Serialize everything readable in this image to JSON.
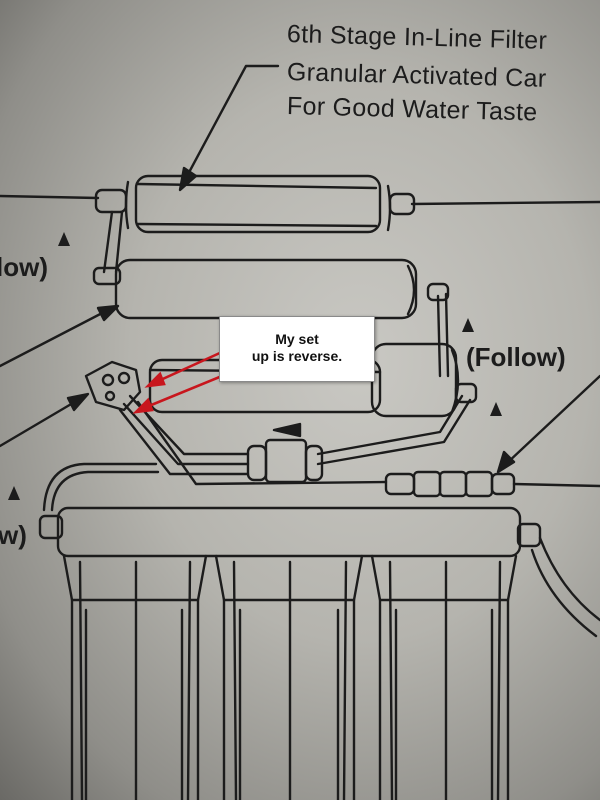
{
  "captions": {
    "line1": "6th  Stage In-Line Filter",
    "line2": "Granular Activated Car",
    "line3": "For Good Water Taste"
  },
  "flow_labels": {
    "left_top": "low)",
    "right": "(Follow)",
    "left_bottom": "w)"
  },
  "callout": {
    "line1": "My set",
    "line2": "up is reverse."
  },
  "colors": {
    "annotation_arrow": "#c8161d",
    "line_art": "#1c1c1c"
  }
}
